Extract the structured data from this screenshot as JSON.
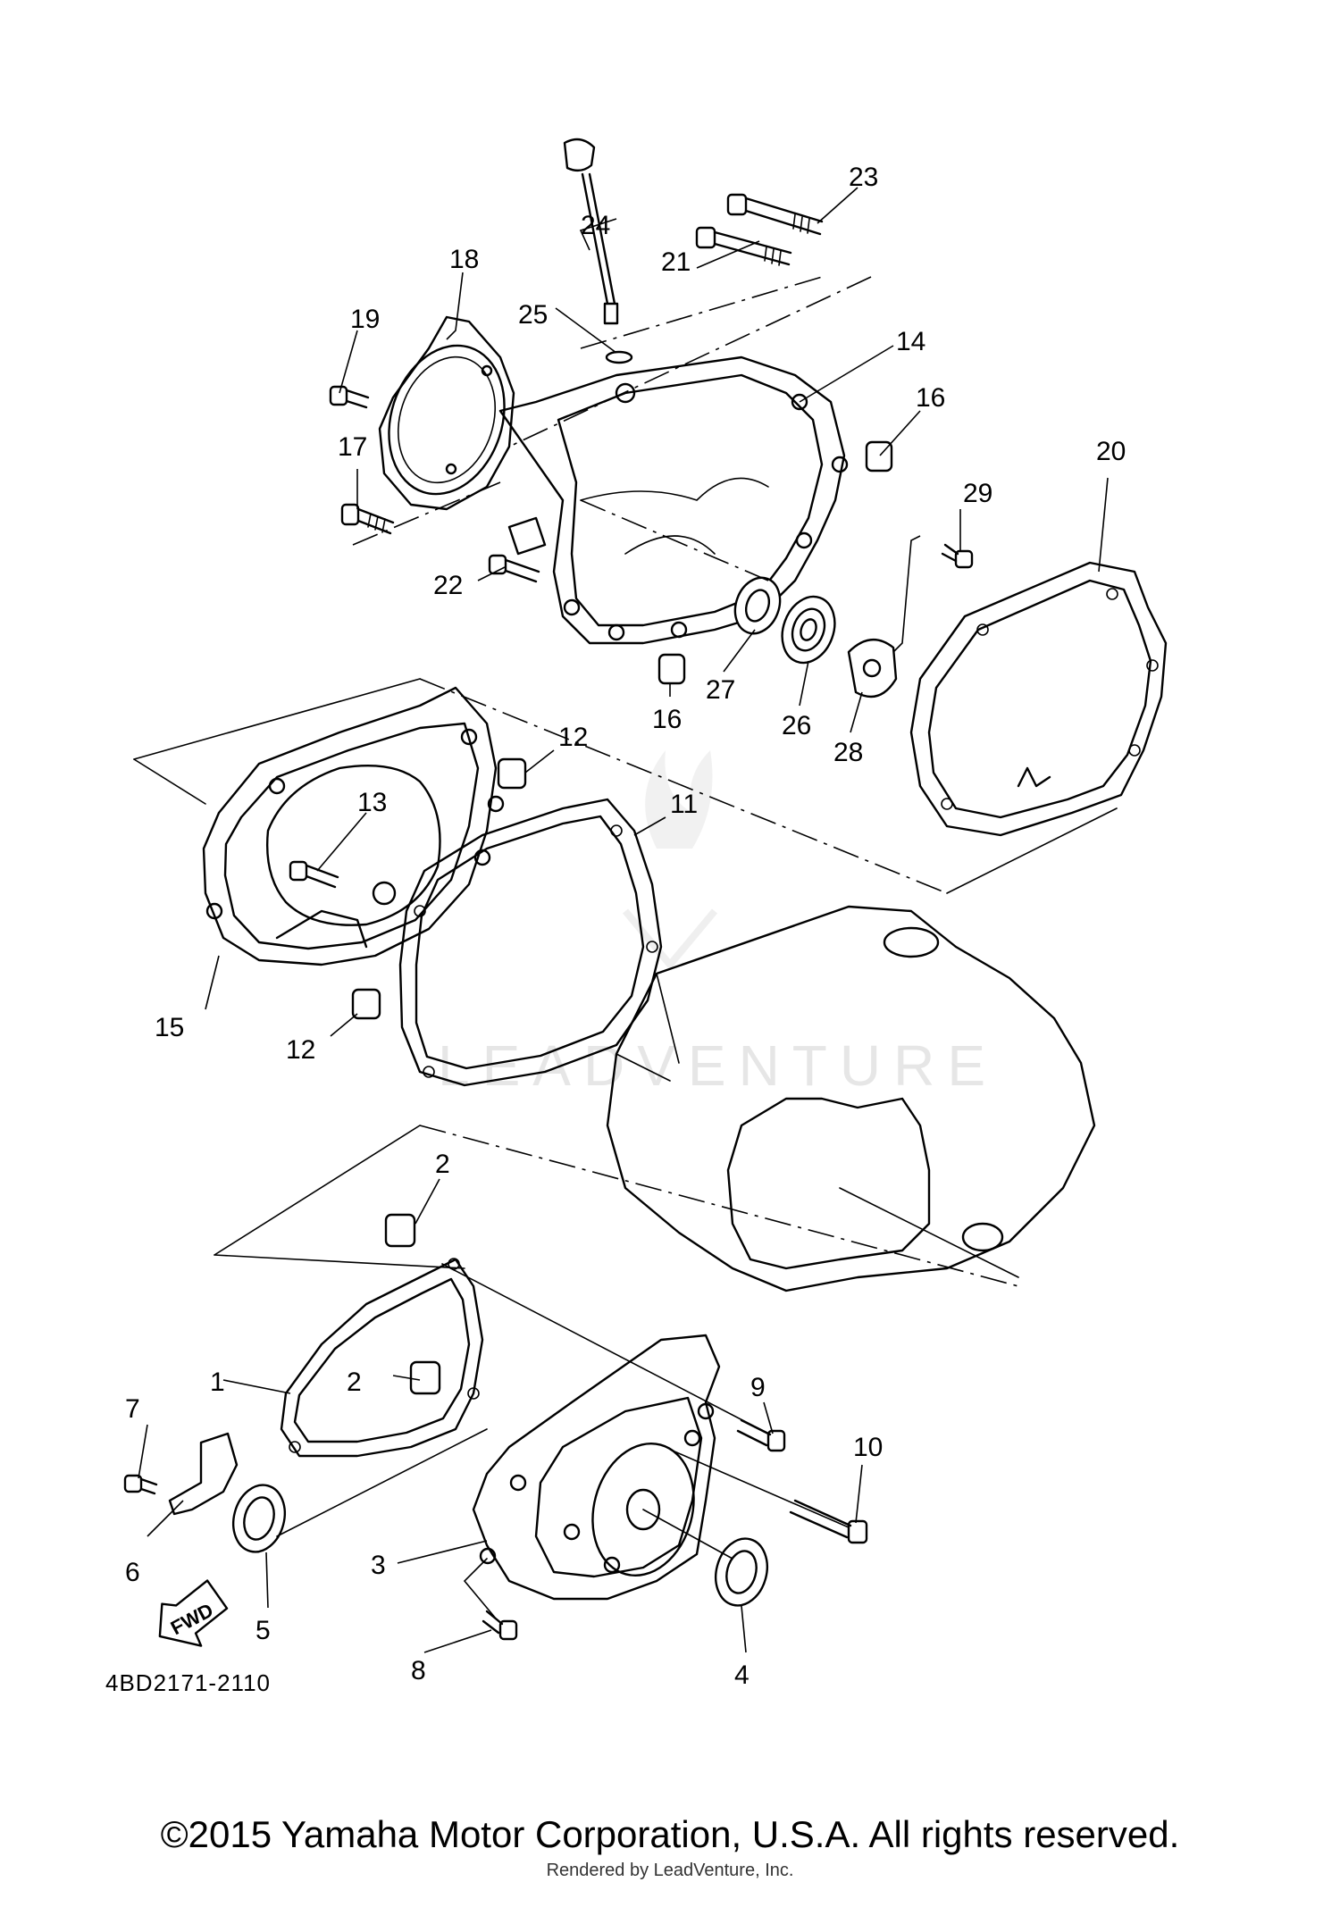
{
  "callouts": [
    {
      "id": "c1",
      "label": "1"
    },
    {
      "id": "c2a",
      "label": "2"
    },
    {
      "id": "c2b",
      "label": "2"
    },
    {
      "id": "c3",
      "label": "3"
    },
    {
      "id": "c4",
      "label": "4"
    },
    {
      "id": "c5",
      "label": "5"
    },
    {
      "id": "c6",
      "label": "6"
    },
    {
      "id": "c7",
      "label": "7"
    },
    {
      "id": "c8",
      "label": "8"
    },
    {
      "id": "c9",
      "label": "9"
    },
    {
      "id": "c10",
      "label": "10"
    },
    {
      "id": "c11",
      "label": "11"
    },
    {
      "id": "c12a",
      "label": "12"
    },
    {
      "id": "c12b",
      "label": "12"
    },
    {
      "id": "c13",
      "label": "13"
    },
    {
      "id": "c14",
      "label": "14"
    },
    {
      "id": "c15",
      "label": "15"
    },
    {
      "id": "c16a",
      "label": "16"
    },
    {
      "id": "c16b",
      "label": "16"
    },
    {
      "id": "c17",
      "label": "17"
    },
    {
      "id": "c18",
      "label": "18"
    },
    {
      "id": "c19",
      "label": "19"
    },
    {
      "id": "c20",
      "label": "20"
    },
    {
      "id": "c21",
      "label": "21"
    },
    {
      "id": "c22",
      "label": "22"
    },
    {
      "id": "c23",
      "label": "23"
    },
    {
      "id": "c24",
      "label": "24"
    },
    {
      "id": "c25",
      "label": "25"
    },
    {
      "id": "c26",
      "label": "26"
    },
    {
      "id": "c27",
      "label": "27"
    },
    {
      "id": "c28",
      "label": "28"
    },
    {
      "id": "c29",
      "label": "29"
    }
  ],
  "fwd_label": "FWD",
  "diagram_code": "4BD2171-2110",
  "watermark": "LEADVENTURE",
  "copyright": "©2015 Yamaha Motor Corporation, U.S.A. All rights reserved.",
  "rendered_by": "Rendered by LeadVenture, Inc."
}
